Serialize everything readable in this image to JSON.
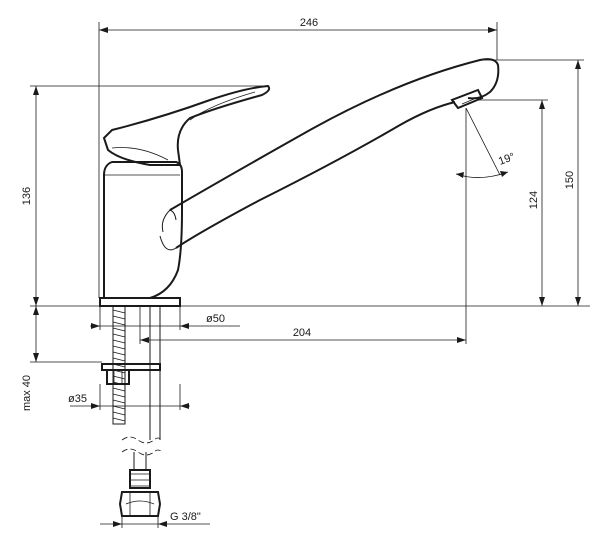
{
  "dimensions": {
    "overall_length": "246",
    "handle_height": "136",
    "total_height": "150",
    "spout_height": "124",
    "spout_reach": "204",
    "base_diameter": "ø50",
    "mount_hole": "ø35",
    "max_deck": "max 40",
    "connection": "G 3/8\"",
    "spout_angle": "19°"
  },
  "colors": {
    "line": "#1a1a1a",
    "background": "#ffffff"
  }
}
